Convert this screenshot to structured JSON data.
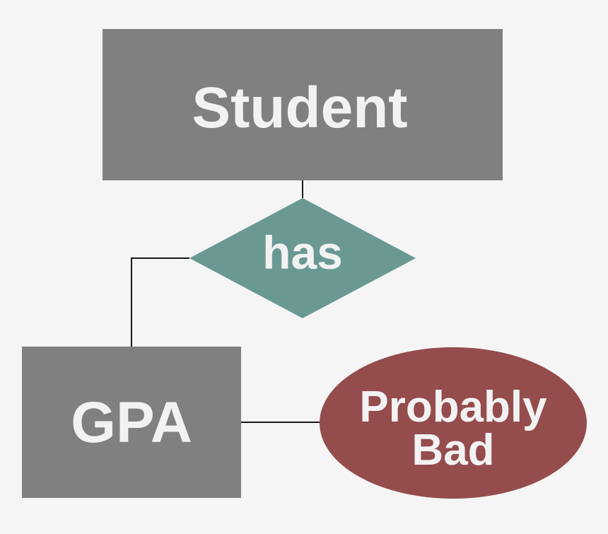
{
  "diagram": {
    "entities": {
      "student": {
        "label": "Student"
      },
      "gpa": {
        "label": "GPA"
      }
    },
    "relationship": {
      "label": "has"
    },
    "attribute": {
      "line1": "Probably",
      "line2": "Bad"
    },
    "colors": {
      "background": "#f5f5f5",
      "entity_fill": "#808083",
      "relationship_fill": "#6a9994",
      "attribute_fill": "#954c4c",
      "connector": "#1a1a1a",
      "text": "#f2f2f2"
    }
  }
}
